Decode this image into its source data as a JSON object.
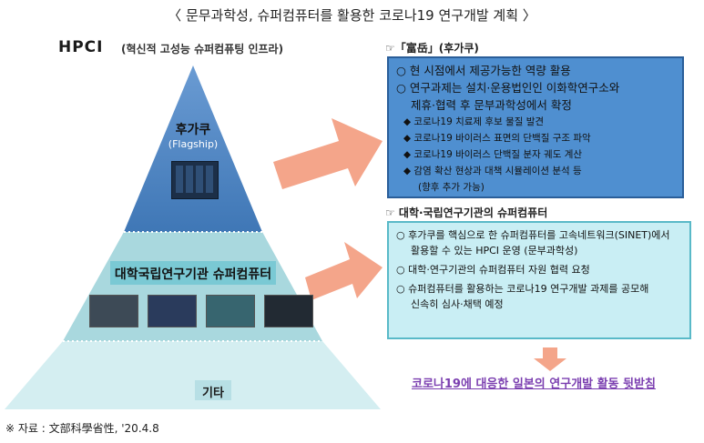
{
  "title": "〈 문무과학성, 슈퍼컴퓨터를 활용한 코로나19 연구개발 계획 〉",
  "hpci": {
    "label": "HPCI",
    "subtitle": "(혁신적 고성능 슈퍼컴퓨팅 인프라)"
  },
  "pyramid": {
    "top_label": "후가쿠",
    "top_sub": "(Flagship)",
    "middle_label": "대학국립연구기관 슈퍼컴퓨터",
    "bottom_label": "기타"
  },
  "fugaku_box": {
    "heading": "☞「富岳」(후가쿠)",
    "lines": [
      "○ 현 시점에서 제공가능한 역량 활용",
      "○ 연구과제는 설치·운용법인인 이화학연구소와",
      "제휴·협력 후 문부과학성에서 확정"
    ],
    "items": [
      "◆ 코로나19 치료제 후보 물질 발견",
      "◆ 코로나19 바이러스 표면의 단백질 구조 파악",
      "◆ 코로나19 바이러스 단백질 분자 궤도 계산",
      "◆ 감염 확산 현상과 대책 시뮬레이션 분석 등"
    ],
    "note": "(향후 추가 가능)"
  },
  "univ_box": {
    "heading": "☞ 대학·국립연구기관의 슈퍼컴퓨터",
    "lines": [
      "○ 후가쿠를 핵심으로 한 슈퍼컴퓨터를 고속네트워크(SINET)에서",
      "활용할 수 있는 HPCI 운영 (문부과학성)",
      "○ 대학·연구기관의 슈퍼컴퓨터 자원 협력 요청",
      "○ 슈퍼컴퓨터를 활용하는 코로나19 연구개발 과제를 공모해",
      "신속히 심사·채택 예정"
    ]
  },
  "result": "코로나19에 대응한 일본의 연구개발 활동 뒷받침",
  "footer": "※ 자료 : 文部科學省性, '20.4.8",
  "colors": {
    "pyramid_top": "#5b8fc9",
    "pyramid_mid": "#a9d8de",
    "pyramid_bottom": "#d4eef1",
    "arrow": "#f4a58a",
    "result": "#7b3fb0"
  }
}
